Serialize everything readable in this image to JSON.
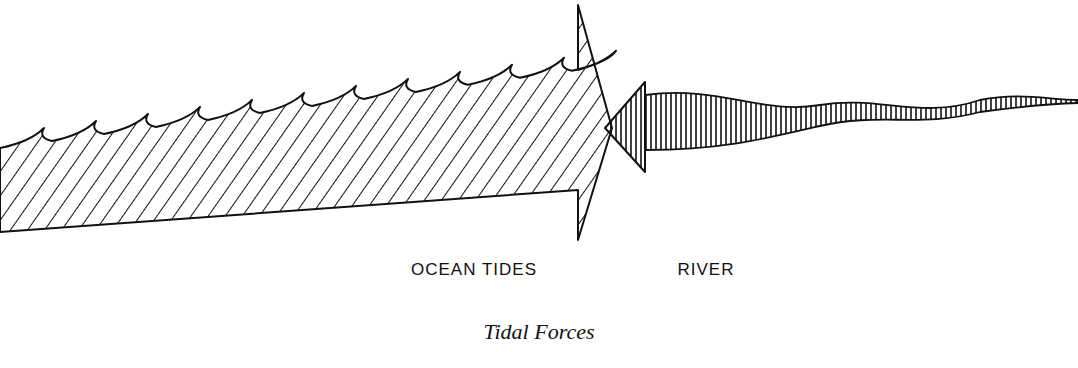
{
  "diagram": {
    "caption": "Tidal Forces",
    "labels": [
      "OCEAN TIDES",
      "RIVER"
    ]
  }
}
